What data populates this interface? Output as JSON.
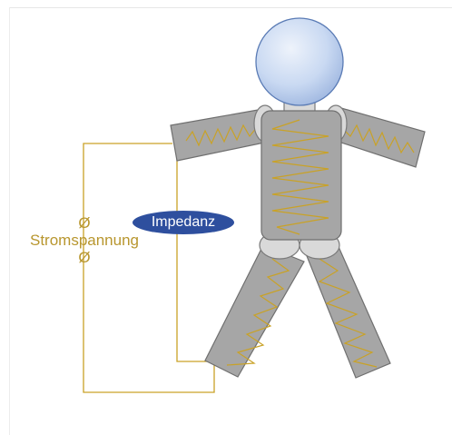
{
  "diagram": {
    "voltage_symbol_top": "Ø",
    "voltage_label": "Stromspannung",
    "voltage_symbol_bottom": "Ø",
    "impedance_label": "Impedanz"
  },
  "colors": {
    "wire": "#c9a227",
    "text": "#b8962e",
    "body_fill": "#a6a6a6",
    "body_stroke": "#6f6f6f",
    "head_fill": "#c9d9f2",
    "head_stroke": "#5a7bb5",
    "impedance_fill": "#2e4f9e"
  }
}
